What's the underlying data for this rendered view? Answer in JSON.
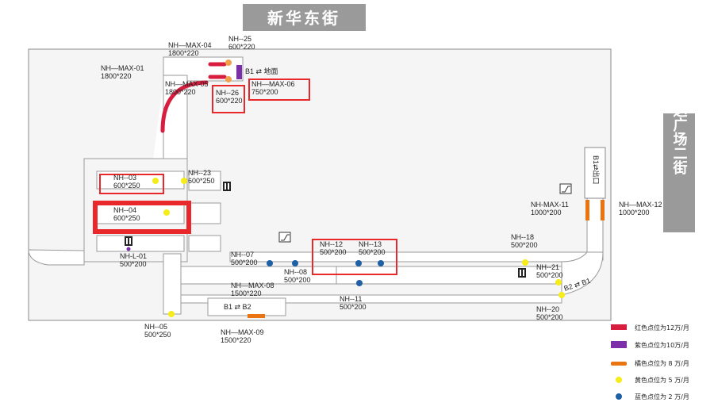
{
  "streets": {
    "top": "新华东街",
    "right": "万达广场二街"
  },
  "level_labels": {
    "b1_ground": "B1 ⇄ 地面",
    "b1_b2": "B1 ⇄ B2",
    "b2_b1": "B2 ⇄ B1",
    "b1_exit": "B1⇄出口"
  },
  "ad_points": [
    {
      "code": "NH—MAX-01",
      "size": "1800*220"
    },
    {
      "code": "NH—MAX-04",
      "size": "1800*220"
    },
    {
      "code": "NH—MAX-05",
      "size": "1800*220"
    },
    {
      "code": "NH--25",
      "size": "600*220"
    },
    {
      "code": "NH--26",
      "size": "600*220"
    },
    {
      "code": "NH—MAX-06",
      "size": "750*200"
    },
    {
      "code": "NH--03",
      "size": "600*250"
    },
    {
      "code": "NH--23",
      "size": "600*250"
    },
    {
      "code": "NH--04",
      "size": "600*250"
    },
    {
      "code": "NH-L-01",
      "size": "500*200"
    },
    {
      "code": "NH--07",
      "size": "500*200"
    },
    {
      "code": "NH--08",
      "size": "500*200"
    },
    {
      "code": "NH--12",
      "size": "500*200"
    },
    {
      "code": "NH--13",
      "size": "500*200"
    },
    {
      "code": "NH--18",
      "size": "500*200"
    },
    {
      "code": "NH-MAX-11",
      "size": "1000*200"
    },
    {
      "code": "NH—MAX-12",
      "size": "1000*200"
    },
    {
      "code": "NH—MAX-08",
      "size": "1500*220"
    },
    {
      "code": "NH--11",
      "size": "500*200"
    },
    {
      "code": "NH--21",
      "size": "500*200"
    },
    {
      "code": "NH--20",
      "size": "500*200"
    },
    {
      "code": "NH--05",
      "size": "500*250"
    },
    {
      "code": "NH—MAX-09",
      "size": "1500*220"
    }
  ],
  "legend": [
    {
      "color": "#d81e3f",
      "shape": "bar",
      "label": "红色点位为12万/月"
    },
    {
      "color": "#7b2fa8",
      "shape": "bar",
      "label": "紫色点位为10万/月"
    },
    {
      "color": "#e87511",
      "shape": "bar",
      "label": "橘色点位为 8 万/月"
    },
    {
      "color": "#f6ec1a",
      "shape": "dot",
      "label": "黄色点位为 5 万/月"
    },
    {
      "color": "#1f5fa5",
      "shape": "dot",
      "label": "蓝色点位为 2 万/月"
    }
  ],
  "colors": {
    "corridor": "#f3f3f3",
    "corridor_stroke": "#9c9c9c",
    "highlight": "#e8282b",
    "street_sign": "#9a9a9a"
  },
  "icons": [
    "elevator-icon",
    "escalator-icon"
  ]
}
